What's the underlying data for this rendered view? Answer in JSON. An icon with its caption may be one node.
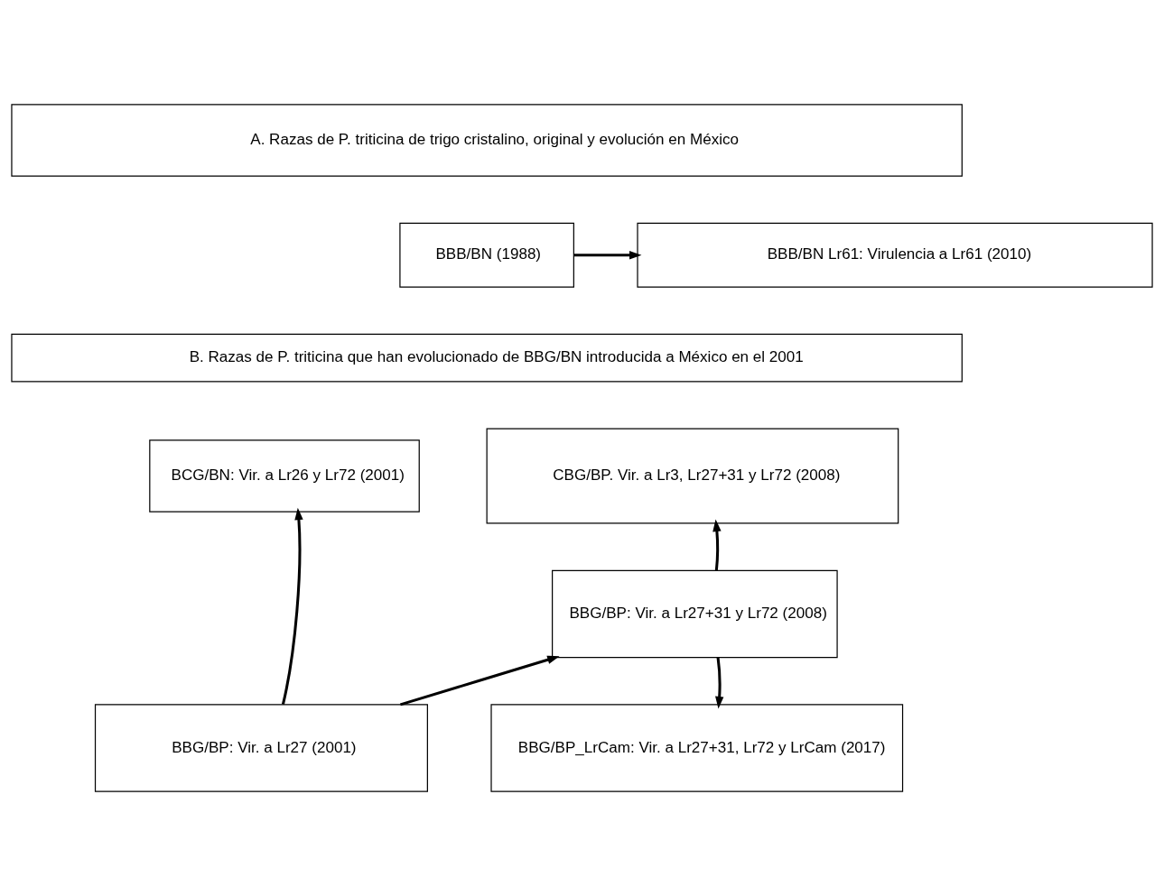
{
  "diagram": {
    "nodes": [
      {
        "text": [
          "A. Razas de P. triticina de trigo cristalino, original y evolución en México"
        ]
      },
      {
        "text": [
          "BBB/BN (1988)"
        ]
      },
      {
        "text": [
          "BBB/BN Lr61: Virulencia a Lr61 (2010)"
        ]
      },
      {
        "text": [
          "B. Razas de P. triticina que han evolucionado de BBG/BN introducida a México en el 2001"
        ]
      },
      {
        "text": [
          "BCG/BN: Vir. a Lr26 y Lr72 (2001)"
        ]
      },
      {
        "text": [
          "CBG/BP. Vir. a Lr3, Lr27+31 y Lr72 (2008)"
        ]
      },
      {
        "text": [
          "BBG/BP: Vir. a Lr27+31 y Lr72 (2008)"
        ]
      },
      {
        "text": [
          "BBG/BP: Vir. a Lr27 (2001)"
        ]
      },
      {
        "text": [
          "BBG/BP_LrCam: Vir. a Lr27+31, Lr72 y LrCam (2017)"
        ]
      }
    ],
    "edges": [
      {
        "from": 1,
        "to": 2,
        "arrow": "to"
      },
      {
        "from": 7,
        "to": 4,
        "arrow": "to"
      },
      {
        "from": 7,
        "to": 6,
        "arrow": "to"
      },
      {
        "from": 6,
        "to": 5,
        "arrow": "to"
      },
      {
        "from": 6,
        "to": 8,
        "arrow": "to"
      }
    ]
  }
}
